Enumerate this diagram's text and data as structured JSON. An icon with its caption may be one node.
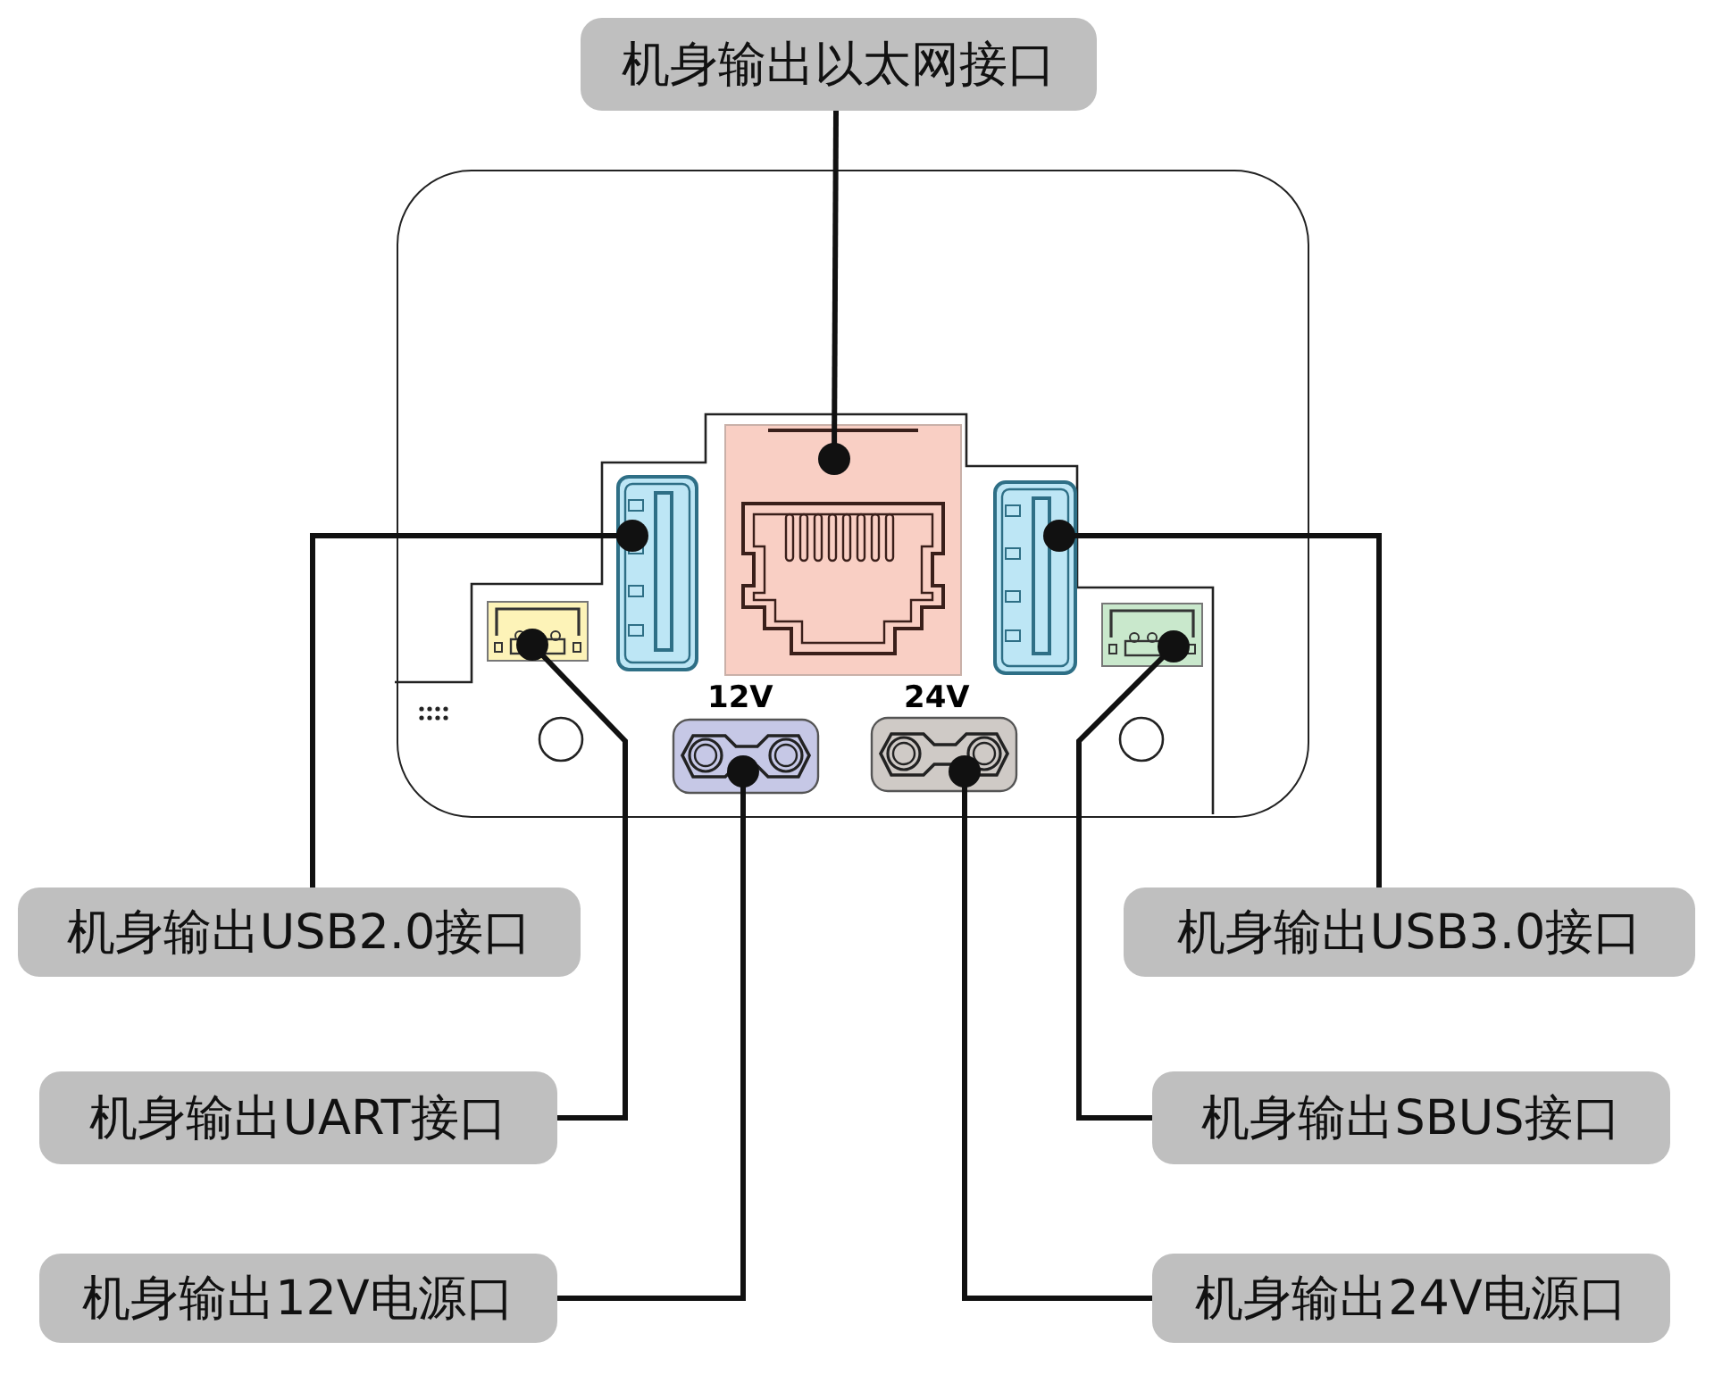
{
  "diagram": {
    "nodes": [
      {
        "text": [
          "机身输出以太网接口"
        ]
      },
      {
        "text": [],
        "shape": "box"
      },
      {
        "text": [],
        "shape": "picture",
        "in": 1
      },
      {
        "text": [],
        "shape": "picture",
        "in": 1
      },
      {
        "text": [],
        "shape": "picture",
        "in": 1
      },
      {
        "text": [],
        "shape": "picture",
        "in": 1
      },
      {
        "text": [],
        "shape": "picture",
        "in": 1
      },
      {
        "text": [],
        "shape": "picture",
        "in": 1
      },
      {
        "text": [],
        "shape": "picture",
        "in": 1
      },
      {
        "text": [
          "机身输出USB2.0接口"
        ]
      },
      {
        "text": [
          "机身输出USB3.0接口"
        ]
      },
      {
        "text": [
          "机身输出UART接口"
        ]
      },
      {
        "text": [
          "机身输出SBUS接口"
        ]
      },
      {
        "text": [
          "机身输出12V电源口"
        ]
      },
      {
        "text": [
          "机身输出24V电源口"
        ]
      }
    ],
    "edges": [
      {
        "from": 0,
        "to": 3,
        "arrow": "other"
      },
      {
        "from": 9,
        "to": 2,
        "arrow": "other"
      },
      {
        "from": 10,
        "to": 4,
        "arrow": "other"
      },
      {
        "from": 11,
        "to": 5,
        "arrow": "other"
      },
      {
        "from": 12,
        "to": 6,
        "arrow": "other"
      },
      {
        "from": 13,
        "to": 7,
        "arrow": "other"
      },
      {
        "from": 14,
        "to": 8,
        "arrow": "other"
      }
    ],
    "labels": [
      "12V",
      "24V"
    ]
  }
}
